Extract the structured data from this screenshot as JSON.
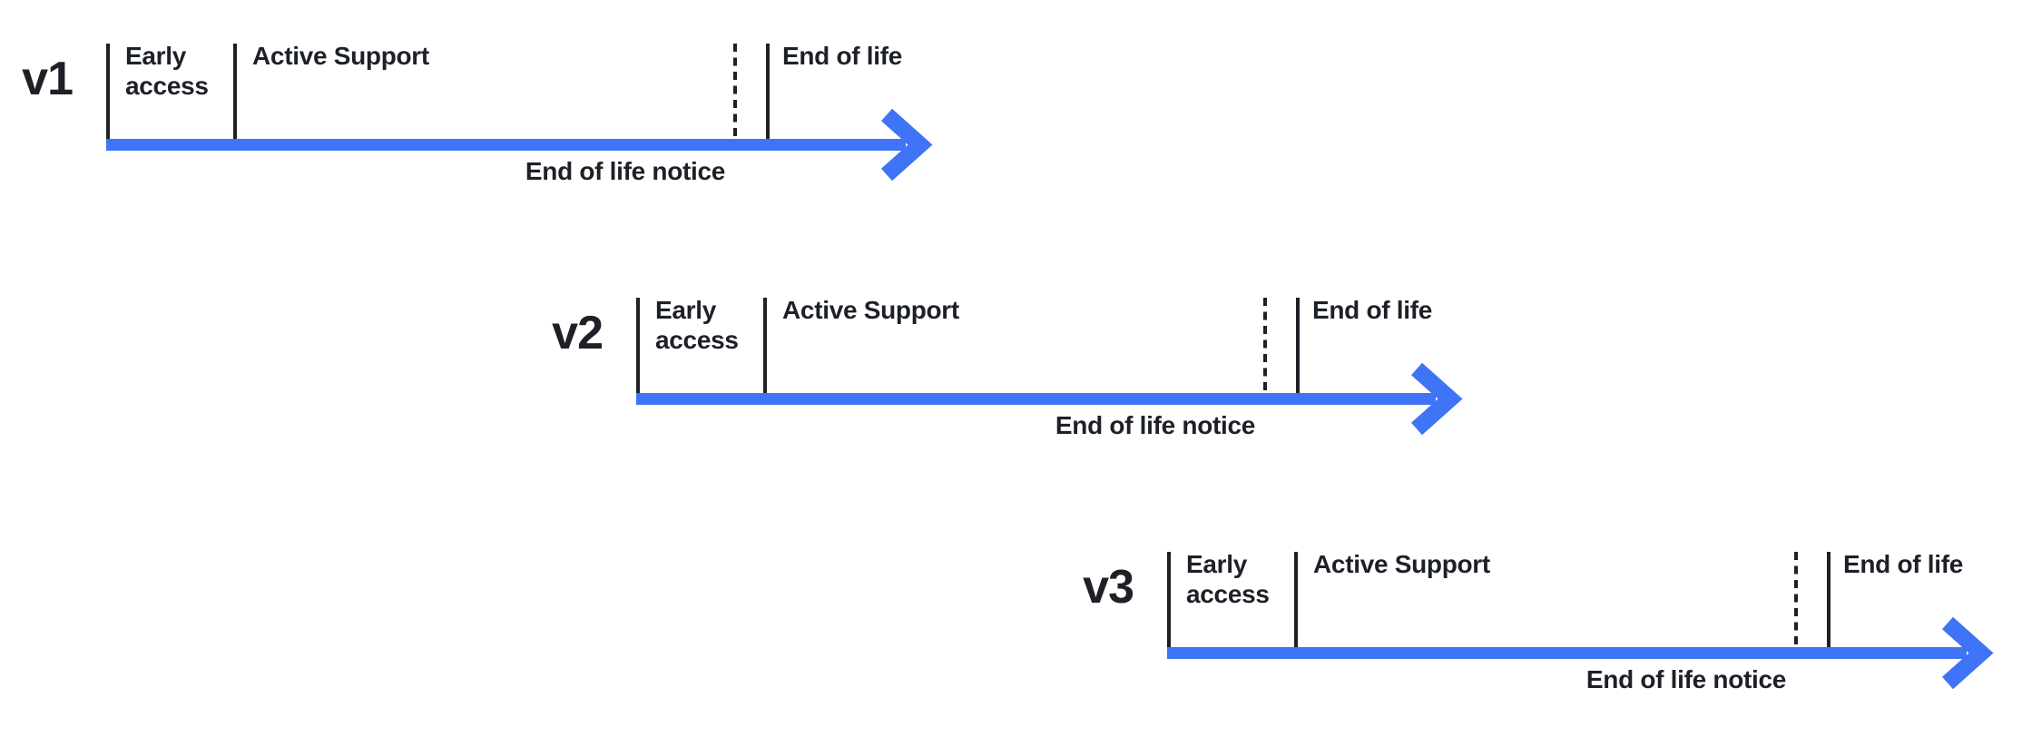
{
  "diagram": {
    "title": "",
    "colors": {
      "arrow": "#3E74F5",
      "line": "#1D2127",
      "text": "#1D2127",
      "background": "#FFFFFF"
    },
    "timelines": [
      {
        "version": "v1",
        "phases": {
          "early_access": "Early access",
          "active_support": "Active Support",
          "end_of_life": "End of life",
          "eol_notice": "End of life notice"
        }
      },
      {
        "version": "v2",
        "phases": {
          "early_access": "Early access",
          "active_support": "Active Support",
          "end_of_life": "End of life",
          "eol_notice": "End of life notice"
        }
      },
      {
        "version": "v3",
        "phases": {
          "early_access": "Early access",
          "active_support": "Active Support",
          "end_of_life": "End of life",
          "eol_notice": "End of life notice"
        }
      }
    ]
  }
}
